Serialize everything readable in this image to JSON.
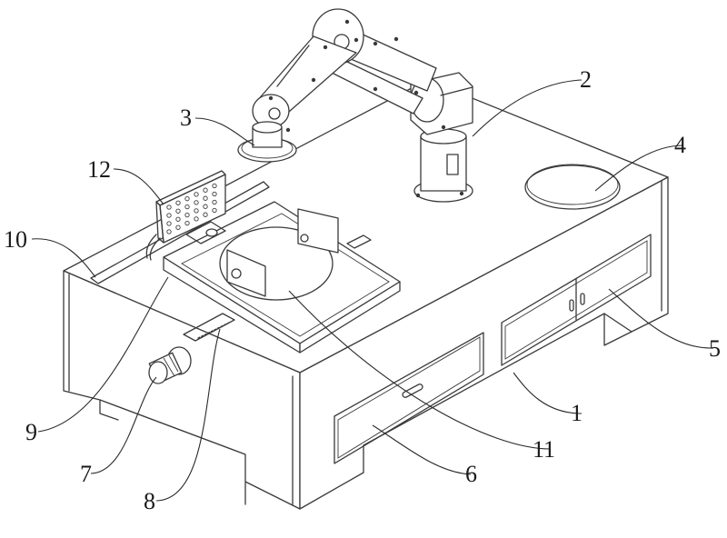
{
  "figure": {
    "labels": [
      {
        "id": "label-1",
        "text": "1"
      },
      {
        "id": "label-2",
        "text": "2"
      },
      {
        "id": "label-3",
        "text": "3"
      },
      {
        "id": "label-4",
        "text": "4"
      },
      {
        "id": "label-5",
        "text": "5"
      },
      {
        "id": "label-6",
        "text": "6"
      },
      {
        "id": "label-7",
        "text": "7"
      },
      {
        "id": "label-8",
        "text": "8"
      },
      {
        "id": "label-9",
        "text": "9"
      },
      {
        "id": "label-10",
        "text": "10"
      },
      {
        "id": "label-11",
        "text": "11"
      },
      {
        "id": "label-12",
        "text": "12"
      }
    ],
    "colors": {
      "line": "#3a3a3a",
      "background": "#ffffff"
    }
  }
}
